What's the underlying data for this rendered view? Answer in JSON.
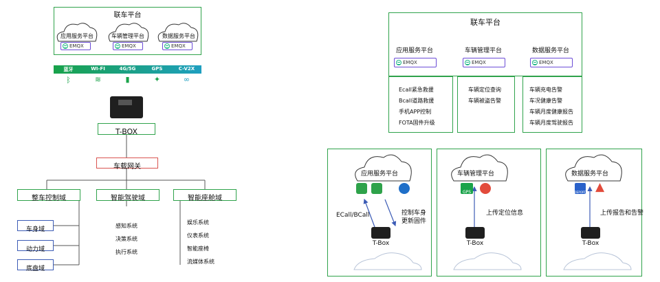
{
  "left": {
    "platform_title": "联车平台",
    "clouds": [
      {
        "label": "应用服务平台",
        "badge": "EMQX"
      },
      {
        "label": "车辆管理平台",
        "badge": "EMQX"
      },
      {
        "label": "数据服务平台",
        "badge": "EMQX"
      }
    ],
    "connectivity": [
      {
        "label": "蓝牙",
        "icon": "bluetooth-icon"
      },
      {
        "label": "WI-FI",
        "icon": "wifi-icon"
      },
      {
        "label": "4G/5G",
        "icon": "signal-bars-icon"
      },
      {
        "label": "GPS",
        "icon": "satellite-icon"
      },
      {
        "label": "C-V2X",
        "icon": "v2x-link-icon"
      }
    ],
    "tbox_label": "T-BOX",
    "gateway_label": "车载网关",
    "domains": [
      "整车控制域",
      "智能驾驶域",
      "智能座舱域"
    ],
    "control_subdomains": [
      "车身域",
      "动力域",
      "底盘域"
    ],
    "driving_systems": [
      "感知系统",
      "决策系统",
      "执行系统"
    ],
    "cockpit_systems": [
      "娱乐系统",
      "仪表系统",
      "智能座椅",
      "流媒体系统"
    ]
  },
  "right_top": {
    "platform_title": "联车平台",
    "clouds": [
      {
        "label": "应用服务平台",
        "badge": "EMQX"
      },
      {
        "label": "车辆管理平台",
        "badge": "EMQX"
      },
      {
        "label": "数据服务平台",
        "badge": "EMQX"
      }
    ],
    "app_features": [
      "Ecall紧急救援",
      "Bcall道路救援",
      "手机APP控制",
      "FOTA固件升级"
    ],
    "mgmt_features": [
      "车辆定位查询",
      "车辆被盗告警"
    ],
    "data_features": [
      "车辆充电告警",
      "车况健康告警",
      "车辆月度健康报告",
      "车辆月度驾驶报告"
    ]
  },
  "right_bottom": {
    "panels": [
      {
        "cloud": "应用服务平台",
        "left_note": "ECall/BCall",
        "right_note_1": "控制车身",
        "right_note_2": "更新固件",
        "device": "T-Box"
      },
      {
        "cloud": "车辆管理平台",
        "note": "上传定位信息",
        "gps_badge": "GPS",
        "device": "T-Box"
      },
      {
        "cloud": "数据服务平台",
        "note": "上传报告和告警",
        "report_badge": "REPORT",
        "device": "T-Box"
      }
    ]
  },
  "colors": {
    "green": "#2ea24a",
    "red": "#d9534f",
    "blue": "#3b5bb5",
    "band": "#1aa34a"
  }
}
